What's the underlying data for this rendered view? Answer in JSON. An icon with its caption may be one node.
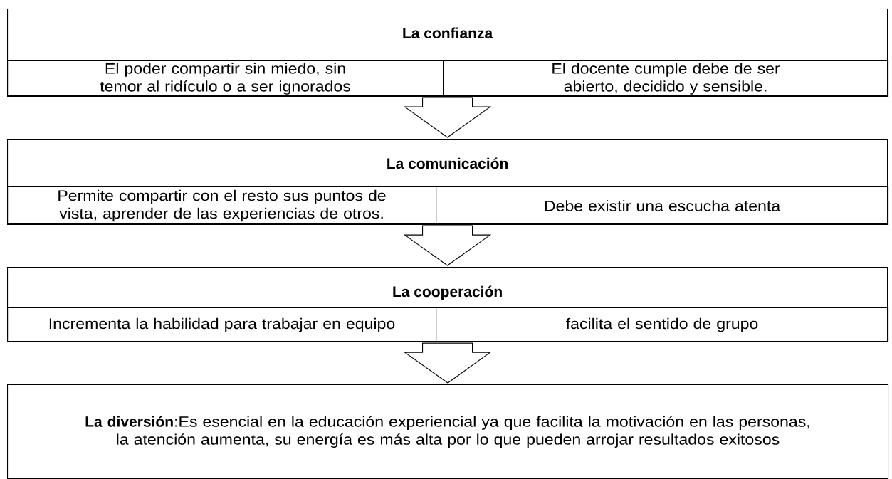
{
  "diagram": {
    "nodes": [
      {
        "text": [
          "La confianza"
        ]
      },
      {
        "text": [
          "El poder compartir sin miedo, sin temor al ridículo o a ser ignorados"
        ],
        "in": 0
      },
      {
        "text": [
          "El docente cumple debe de ser abierto, decidido y sensible."
        ],
        "in": 0
      },
      {
        "text": [
          "La comunicación"
        ]
      },
      {
        "text": [
          "Permite compartir con el resto sus puntos de vista, aprender de las experiencias de otros."
        ],
        "in": 3
      },
      {
        "text": [
          "Debe existir una escucha atenta"
        ],
        "in": 3
      },
      {
        "text": [
          "La cooperación"
        ]
      },
      {
        "text": [
          "Incrementa la habilidad para trabajar en equipo"
        ],
        "in": 6
      },
      {
        "text": [
          "facilita el sentido de grupo"
        ],
        "in": 6
      },
      {
        "text": [
          "**La diversión**:Es esencial en la educación experiencial ya que facilita la motivación en las personas, la atención aumenta, su energía es más alta por lo que pueden arrojar resultados exitosos"
        ]
      }
    ],
    "edges": [
      {
        "from": 0,
        "to": 3,
        "arrow": "to"
      },
      {
        "from": 3,
        "to": 6,
        "arrow": "to"
      },
      {
        "from": 6,
        "to": 9,
        "arrow": "to"
      }
    ]
  }
}
